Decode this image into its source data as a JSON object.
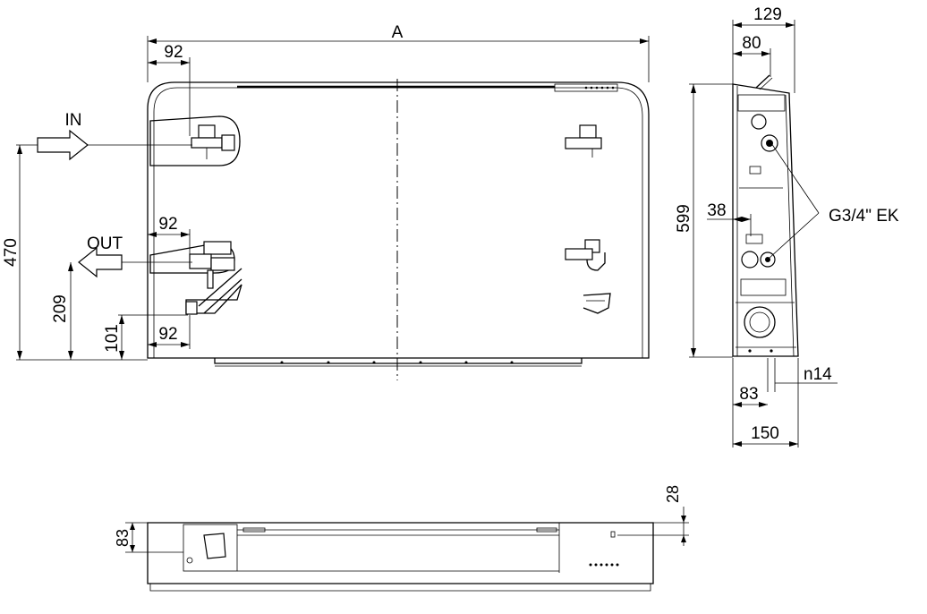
{
  "front_view": {
    "width_label": "A",
    "inlet_label": "IN",
    "outlet_label": "OUT",
    "dims": {
      "top_offset": "92",
      "mid_offset": "92",
      "bottom_offset": "92",
      "inlet_height": "470",
      "outlet_height": "209",
      "base_height": "101"
    }
  },
  "side_view": {
    "connection_label": "G3/4\" EK",
    "dims": {
      "top_width": "129",
      "top_inner": "80",
      "height": "599",
      "pipe_offset": "38",
      "foot_dia": "n14",
      "foot_offset": "83",
      "base_width": "150"
    }
  },
  "bottom_view": {
    "dims": {
      "depth": "83",
      "offset": "28"
    }
  }
}
